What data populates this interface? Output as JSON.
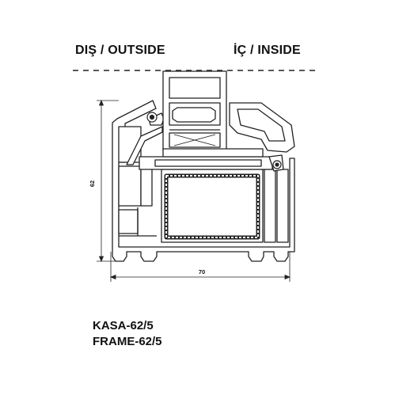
{
  "headers": {
    "outside": "DIŞ / OUTSIDE",
    "inside": "İÇ / INSIDE"
  },
  "dimensions": {
    "height": "62",
    "width": "70"
  },
  "caption": {
    "line1": "KASA-62/5",
    "line2": "FRAME-62/5"
  },
  "colors": {
    "stroke": "#222222",
    "fill": "#ffffff",
    "text": "#111111"
  }
}
